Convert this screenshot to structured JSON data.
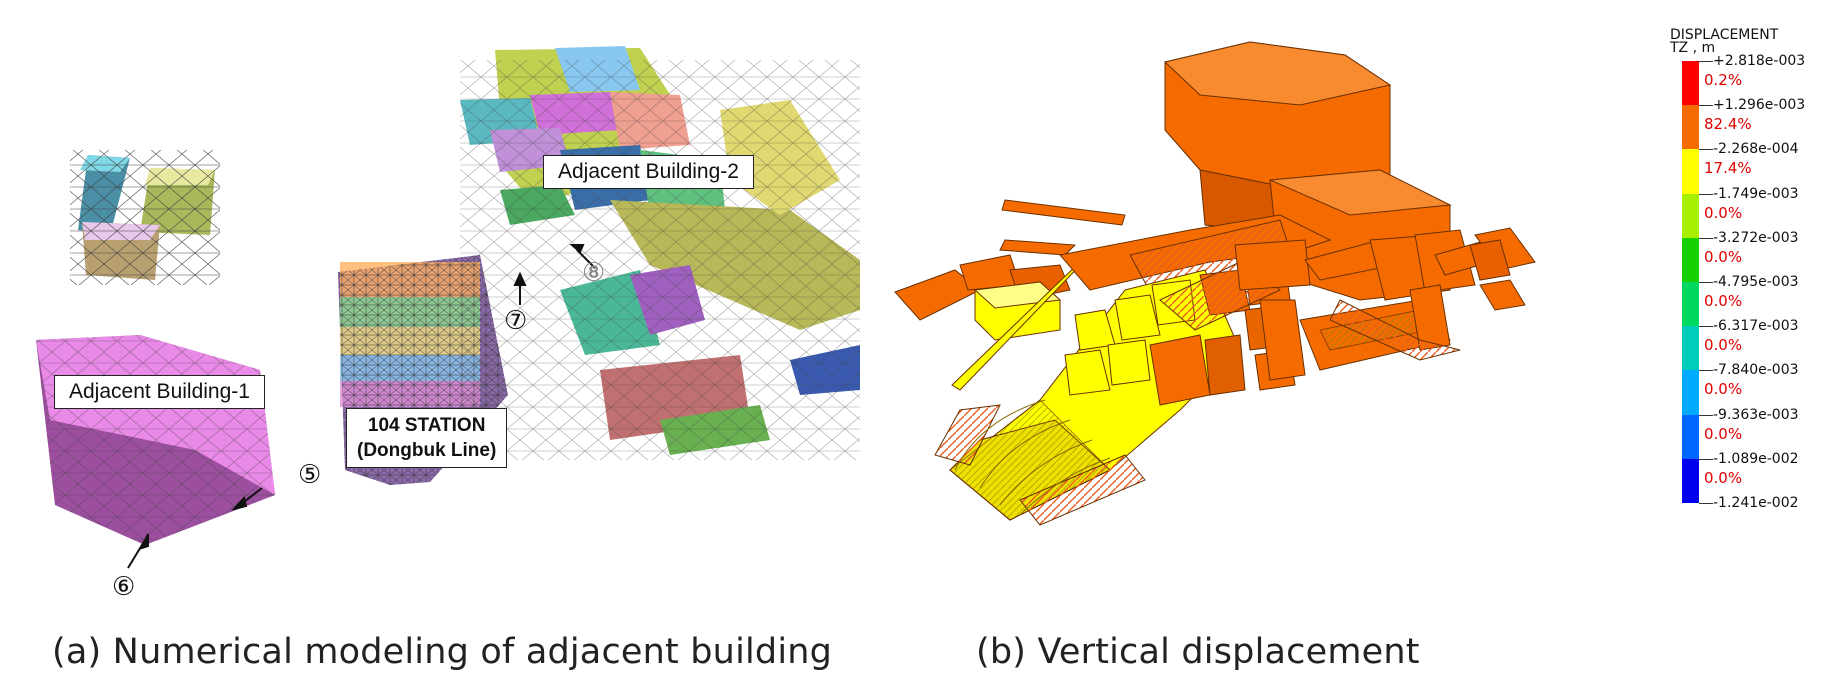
{
  "panel_a": {
    "caption": "(a) Numerical modeling of adjacent building",
    "labels": {
      "building1": "Adjacent Building-1",
      "building2": "Adjacent Building-2",
      "station_line1": "104 STATION",
      "station_line2": "(Dongbuk Line)"
    },
    "markers": [
      "⑤",
      "⑥",
      "⑦",
      "⑧"
    ]
  },
  "panel_b": {
    "caption": "(b) Vertical displacement",
    "legend": {
      "title": "DISPLACEMENT",
      "subtitle": "TZ , m",
      "ticks": [
        "+2.818e-003",
        "+1.296e-003",
        "-2.268e-004",
        "-1.749e-003",
        "-3.272e-003",
        "-4.795e-003",
        "-6.317e-003",
        "-7.840e-003",
        "-9.363e-003",
        "-1.089e-002",
        "-1.241e-002"
      ],
      "bands": [
        {
          "color": "#ff0000",
          "percent": "0.2%"
        },
        {
          "color": "#f56b00",
          "percent": "82.4%"
        },
        {
          "color": "#ffff00",
          "percent": "17.4%"
        },
        {
          "color": "#a8ee00",
          "percent": "0.0%"
        },
        {
          "color": "#18d000",
          "percent": "0.0%"
        },
        {
          "color": "#00d860",
          "percent": "0.0%"
        },
        {
          "color": "#00ccbb",
          "percent": "0.0%"
        },
        {
          "color": "#00aaff",
          "percent": "0.0%"
        },
        {
          "color": "#0066ff",
          "percent": "0.0%"
        },
        {
          "color": "#0000ee",
          "percent": "0.0%"
        }
      ]
    }
  },
  "colors": {
    "orange": "#f56b00",
    "yellow": "#ffff00",
    "magenta": "#e58ae8"
  }
}
